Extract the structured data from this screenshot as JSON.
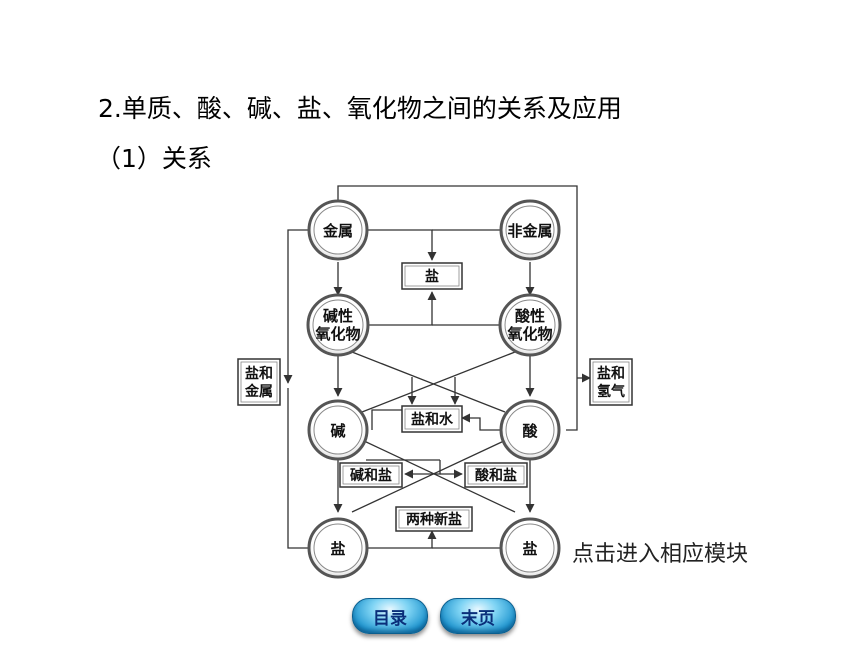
{
  "heading": {
    "title": "2.单质、酸、碱、盐、氧化物之间的关系及应用",
    "subtitle": "（1）关系"
  },
  "diagram": {
    "nodes": {
      "metal": "金属",
      "nonmetal": "非金属",
      "basic_oxide_1": "碱性",
      "basic_oxide_2": "氧化物",
      "acidic_oxide_1": "酸性",
      "acidic_oxide_2": "氧化物",
      "base": "碱",
      "acid": "酸",
      "salt_left": "盐",
      "salt_right": "盐"
    },
    "boxes": {
      "salt_top": "盐",
      "salt_water": "盐和水",
      "base_salt": "碱和盐",
      "acid_salt": "酸和盐",
      "two_new_salts": "两种新盐",
      "salt_metal_1": "盐和",
      "salt_metal_2": "金属",
      "salt_hydrogen_1": "盐和",
      "salt_hydrogen_2": "氢气"
    }
  },
  "hint": "点击进入相应模块",
  "nav": {
    "toc": "目录",
    "last_page": "末页"
  },
  "colors": {
    "node_ring": "#555555",
    "line": "#333333",
    "button": "#1f95cf"
  }
}
